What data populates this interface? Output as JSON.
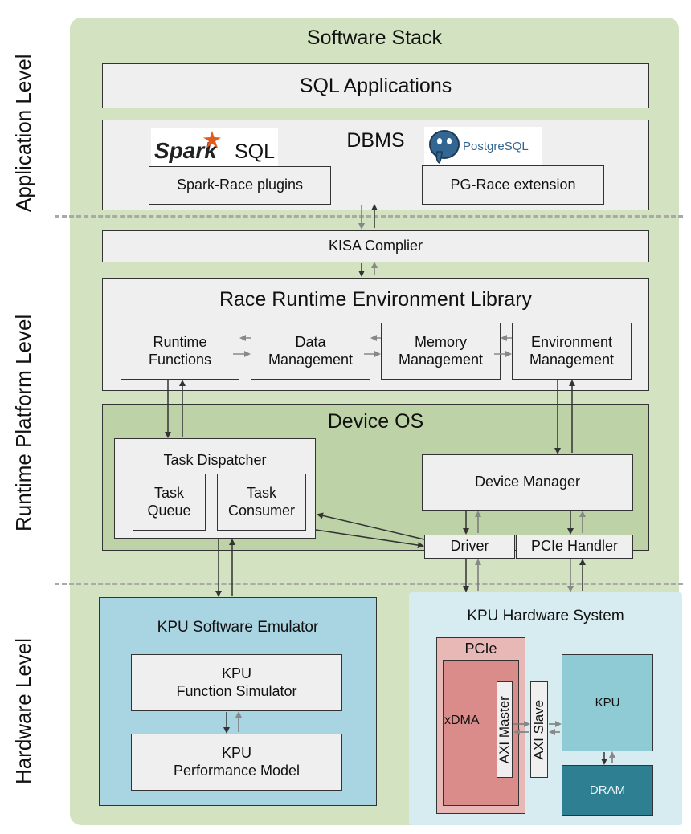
{
  "levels": {
    "application": "Application Level",
    "runtime": "Runtime Platform Level",
    "hardware": "Hardware Level"
  },
  "software_stack": {
    "title": "Software Stack",
    "sql_applications": "SQL Applications",
    "dbms": {
      "title": "DBMS",
      "spark_logo_text": "Spark",
      "spark_sql_text": "SQL",
      "spark_plugin": "Spark-Race plugins",
      "postgres_logo_text": "PostgreSQL",
      "pg_extension": "PG-Race extension"
    },
    "kisa_compiler": "KISA Complier",
    "rrel": {
      "title": "Race Runtime Environment Library",
      "modules": [
        {
          "line1": "Runtime",
          "line2": "Functions"
        },
        {
          "line1": "Data",
          "line2": "Management"
        },
        {
          "line1": "Memory",
          "line2": "Management"
        },
        {
          "line1": "Environment",
          "line2": "Management"
        }
      ]
    },
    "device_os": {
      "title": "Device OS",
      "task_dispatcher": "Task Dispatcher",
      "task_queue": {
        "line1": "Task",
        "line2": "Queue"
      },
      "task_consumer": {
        "line1": "Task",
        "line2": "Consumer"
      },
      "device_manager": "Device Manager",
      "driver": "Driver",
      "pcie_handler": "PCIe Handler"
    }
  },
  "emulator": {
    "title": "KPU Software Emulator",
    "function_simulator": {
      "line1": "KPU",
      "line2": "Function Simulator"
    },
    "performance_model": {
      "line1": "KPU",
      "line2": "Performance Model"
    }
  },
  "hardware": {
    "title": "KPU Hardware System",
    "pcie": "PCIe",
    "xdma": "xDMA",
    "axi_master": "AXI Master",
    "axi_slave": "AXI Slave",
    "kpu": "KPU",
    "dram": "DRAM"
  },
  "colors": {
    "stack_green": "#d3e2c0",
    "device_os_green": "#bdd2a6",
    "emulator_blue": "#a9d4e2",
    "hw_light_blue": "#d7ecf1",
    "pcie_pink": "#e8b8b6",
    "xdma_red": "#d98c8a",
    "kpu_cyan": "#8fcbd5",
    "dram_teal": "#2f7f93"
  }
}
